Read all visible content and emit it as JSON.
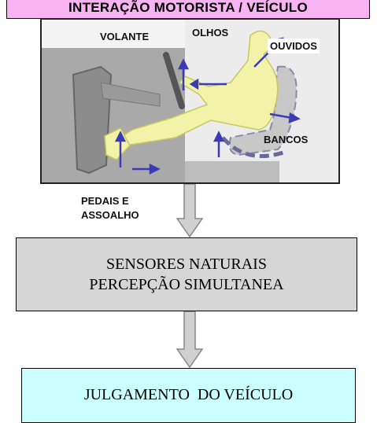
{
  "title": "INTERAÇÃO MOTORISTA / VEÍCULO",
  "scene": {
    "labels": {
      "volante": "VOLANTE",
      "olhos": "OLHOS",
      "ouvidos": "OUVIDOS",
      "bancos": "BANCOS"
    }
  },
  "pedals_label": [
    "PEDAIS E",
    "ASSOALHO"
  ],
  "sensors_box": {
    "line1": "SENSORES NATURAIS",
    "line2": "PERCEPÇÃO SIMULTANEA"
  },
  "judgement_box": {
    "line1": "JULGAMENTO  DO VEÍCULO"
  },
  "colors": {
    "title_bg": "#f7b3f2",
    "driver_fill": "#f2f2a8",
    "cockpit_gray": "#a9a9a9",
    "sensor_arrow": "#3b3bb8",
    "sensors_bg": "#d6d6d6",
    "judgement_bg": "#ccffff"
  }
}
